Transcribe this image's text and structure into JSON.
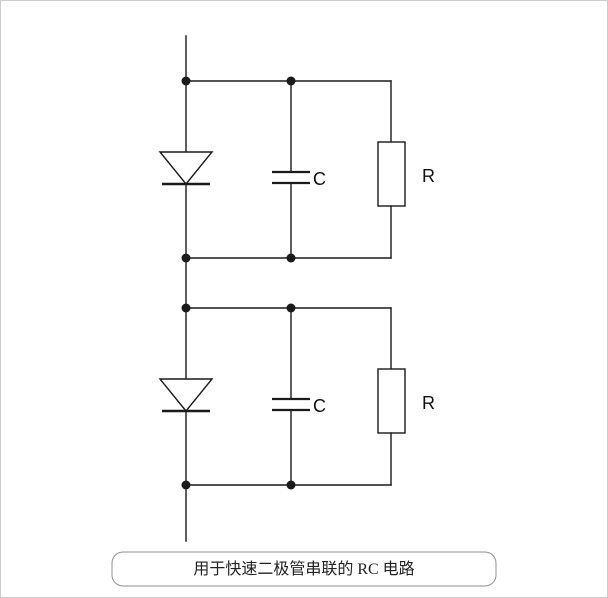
{
  "diagram": {
    "caption": "用于快速二极管串联的 RC 电路",
    "sections": [
      {
        "capacitor_label": "C",
        "resistor_label": "R"
      },
      {
        "capacitor_label": "C",
        "resistor_label": "R"
      }
    ],
    "colors": {
      "line": "#1a1a1a",
      "page_border": "#cccccc",
      "caption_border": "#8f8f8f"
    }
  }
}
